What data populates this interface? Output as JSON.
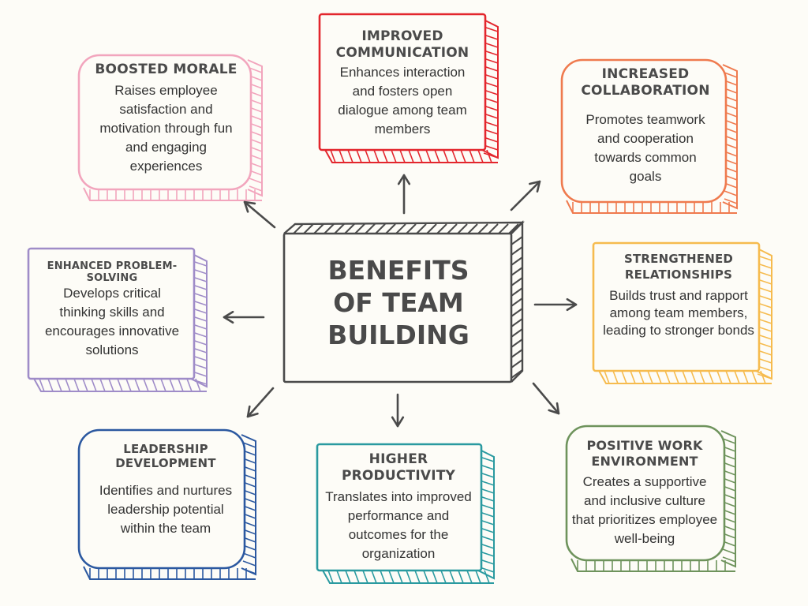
{
  "center": {
    "title_lines": [
      "BENEFITS",
      "OF TEAM",
      "BUILDING"
    ],
    "color": "#4a4a4a"
  },
  "nodes": [
    {
      "id": "boosted-morale",
      "title": "BOOSTED MORALE",
      "description": "Raises employee satisfaction and motivation through fun and engaging experiences",
      "color": "#f2a5bd"
    },
    {
      "id": "improved-communication",
      "title": "IMPROVED COMMUNICATION",
      "description": "Enhances interaction and fosters open dialogue among team members",
      "color": "#e3262d"
    },
    {
      "id": "increased-collaboration",
      "title": "INCREASED COLLABORATION",
      "description": "Promotes teamwork and cooperation towards common goals",
      "color": "#ef7a4e"
    },
    {
      "id": "enhanced-problem-solving",
      "title": "ENHANCED PROBLEM-SOLVING",
      "description": "Develops critical thinking skills and encourages innovative solutions",
      "color": "#9f8cc8"
    },
    {
      "id": "strengthened-relationships",
      "title": "STRENGTHENED RELATIONSHIPS",
      "description": "Builds trust and rapport among team members, leading to stronger bonds",
      "color": "#f6bb4e"
    },
    {
      "id": "leadership-development",
      "title": "LEADERSHIP DEVELOPMENT",
      "description": "Identifies and nurtures leadership potential within the team",
      "color": "#2b58a0"
    },
    {
      "id": "higher-productivity",
      "title": "HIGHER PRODUCTIVITY",
      "description": "Translates into improved performance and outcomes for the organization",
      "color": "#2a9aa0"
    },
    {
      "id": "positive-work-environment",
      "title": "POSITIVE WORK ENVIRONMENT",
      "description": "Creates a supportive and inclusive culture that prioritizes employee well-being",
      "color": "#6e935c"
    }
  ],
  "arrow_color": "#4a4a4a",
  "background": "#fdfcf7"
}
